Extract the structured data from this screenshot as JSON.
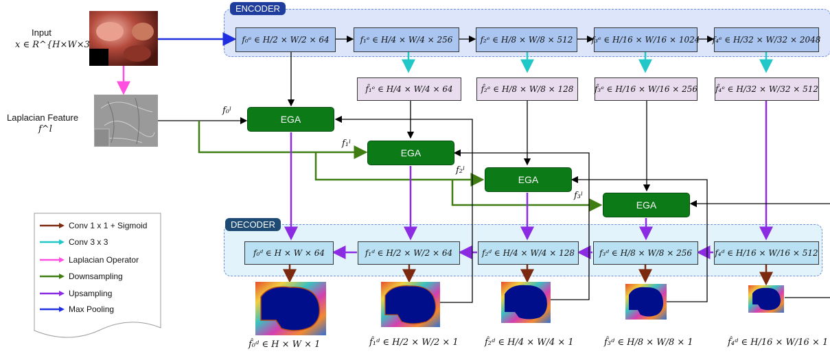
{
  "encoder_title": "ENCODER",
  "decoder_title": "DECODER",
  "input": {
    "label": "Input",
    "formula": "x ∈ R^{H×W×3}"
  },
  "laplacian": {
    "label": "Laplacian Feature",
    "formula": "f^l"
  },
  "encoder_boxes": [
    "f₀ᵉ ∈ H/2 × W/2 × 64",
    "f₁ᵉ ∈ H/4 × W/4 × 256",
    "f₂ᵉ ∈ H/8 × W/8 × 512",
    "f₃ᵉ ∈ H/16 × W/16 × 1024",
    "f₄ᵉ ∈ H/32 × W/32 × 2048"
  ],
  "reduced_boxes": [
    "f̂₁ᵉ ∈ H/4 × W/4 × 64",
    "f̂₂ᵉ ∈ H/8 × W/8 × 128",
    "f̂₃ᵉ ∈ H/16 × W/16 × 256",
    "f̂₄ᵉ ∈ H/32 × W/32 × 512"
  ],
  "ega_label": "EGA",
  "laplacian_levels": [
    "f₀ˡ",
    "f₁ˡ",
    "f₂ˡ",
    "f₃ˡ"
  ],
  "decoder_boxes": [
    "f₀ᵈ ∈ H × W × 64",
    "f₁ᵈ ∈ H/2 × W/2 × 64",
    "f₂ᵈ ∈ H/4 × W/4 × 128",
    "f₃ᵈ ∈ H/8 × W/8 × 256",
    "f₄ᵈ ∈ H/16 × W/16 × 512"
  ],
  "output_labels": [
    "f̂₀ᵈ ∈ H × W × 1",
    "f̂₁ᵈ ∈ H/2 × W/2 × 1",
    "f̂₂ᵈ ∈ H/4 × W/4 × 1",
    "f̂₃ᵈ ∈ H/8 × W/8 × 1",
    "f̂₄ᵈ ∈ H/16 × W/16 × 1"
  ],
  "legend": [
    {
      "label": "Conv 1 x 1 + Sigmoid",
      "color": "#7b2a10"
    },
    {
      "label": "Conv 3 x 3",
      "color": "#22c7c7"
    },
    {
      "label": "Laplacian Operator",
      "color": "#ff4fe0"
    },
    {
      "label": "Downsampling",
      "color": "#3f7d12"
    },
    {
      "label": "Upsampling",
      "color": "#8b2be2"
    },
    {
      "label": "Max Pooling",
      "color": "#1f2fe0"
    }
  ]
}
